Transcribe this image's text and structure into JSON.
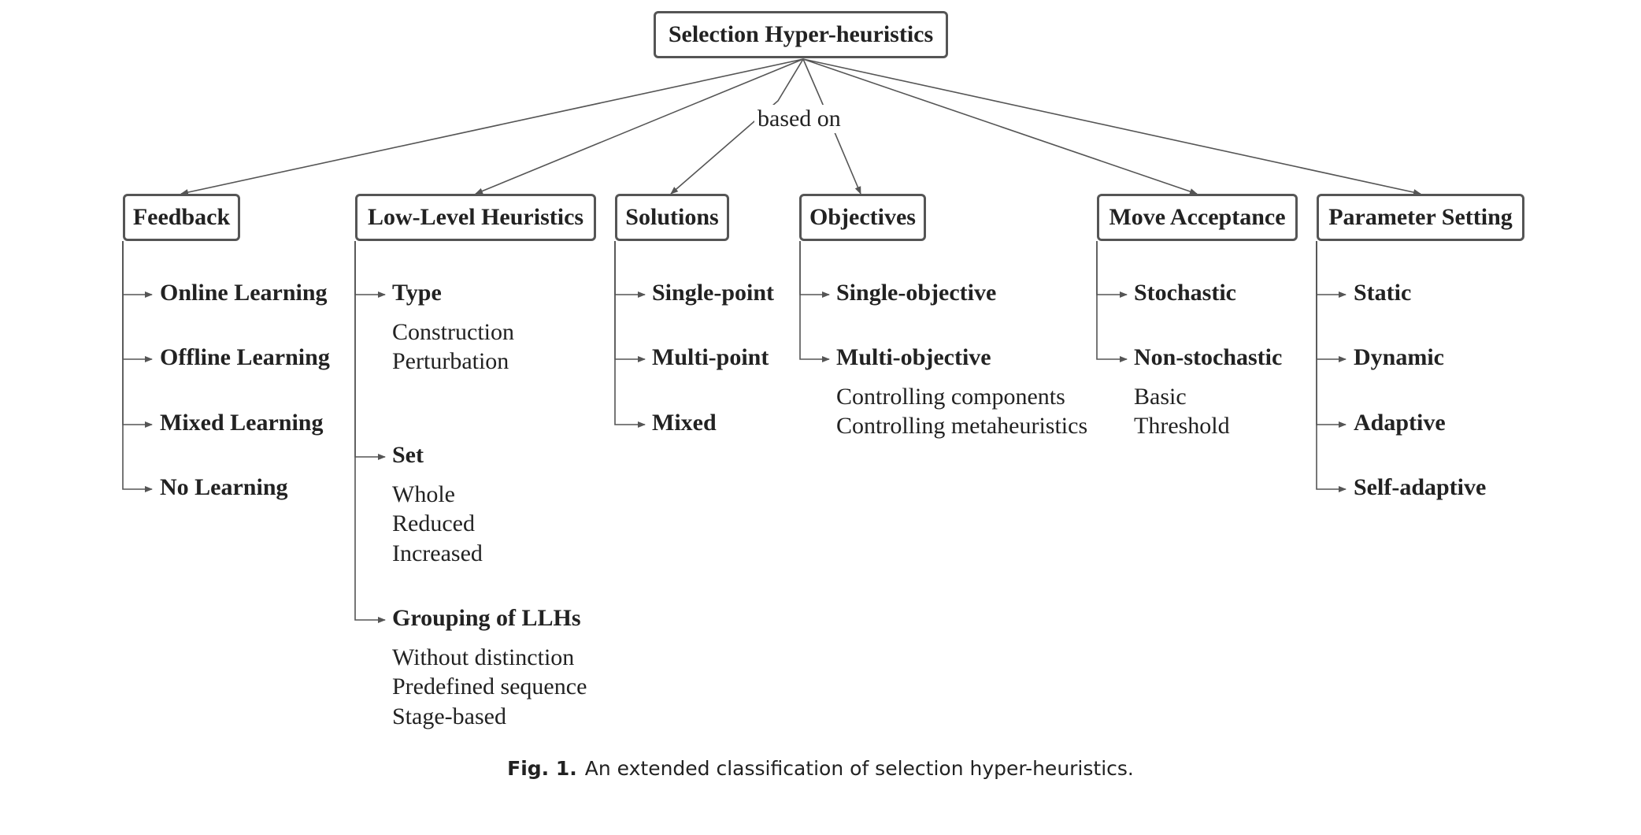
{
  "root": {
    "label": "Selection Hyper-heuristics"
  },
  "edge_label": "based on",
  "categories": [
    {
      "label": "Feedback",
      "items": [
        "Online Learning",
        "Offline Learning",
        "Mixed Learning",
        "No Learning"
      ]
    },
    {
      "label": "Low-Level Heuristics",
      "groups": [
        {
          "label": "Type",
          "subitems": [
            "Construction",
            "Perturbation"
          ]
        },
        {
          "label": "Set",
          "subitems": [
            "Whole",
            "Reduced",
            "Increased"
          ]
        },
        {
          "label": "Grouping of LLHs",
          "subitems": [
            "Without distinction",
            "Predefined sequence",
            "Stage-based"
          ]
        }
      ]
    },
    {
      "label": "Solutions",
      "items": [
        "Single-point",
        "Multi-point",
        "Mixed"
      ]
    },
    {
      "label": "Objectives",
      "groups": [
        {
          "label": "Single-objective",
          "subitems": []
        },
        {
          "label": "Multi-objective",
          "subitems": [
            "Controlling components",
            "Controlling metaheuristics"
          ]
        }
      ]
    },
    {
      "label": "Move Acceptance",
      "groups": [
        {
          "label": "Stochastic",
          "subitems": []
        },
        {
          "label": "Non-stochastic",
          "subitems": [
            "Basic",
            "Threshold"
          ]
        }
      ]
    },
    {
      "label": "Parameter Setting",
      "items": [
        "Static",
        "Dynamic",
        "Adaptive",
        "Self-adaptive"
      ]
    }
  ],
  "caption": {
    "label": "Fig. 1.",
    "text": "An extended classification of selection hyper-heuristics."
  }
}
